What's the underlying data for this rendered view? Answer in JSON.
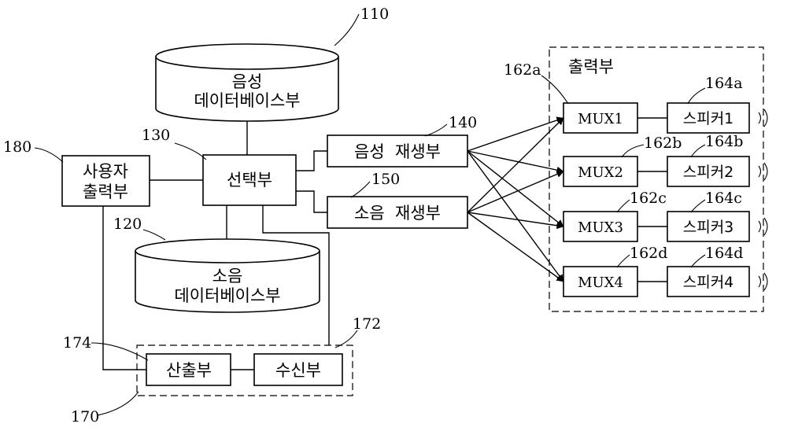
{
  "blocks": {
    "voice_db": {
      "line1": "음성",
      "line2": "데이터베이스부",
      "ref": "110"
    },
    "noise_db": {
      "line1": "소음",
      "line2": "데이터베이스부",
      "ref": "120"
    },
    "selector": {
      "label": "선택부",
      "ref": "130"
    },
    "voice_player": {
      "label": "음성  재생부",
      "ref": "140"
    },
    "noise_player": {
      "label": "소음  재생부",
      "ref": "150"
    },
    "user_output": {
      "line1": "사용자",
      "line2": "출력부",
      "ref": "180"
    },
    "calculator": {
      "label": "산출부",
      "ref": "174"
    },
    "receiver": {
      "label": "수신부",
      "ref": "172"
    },
    "sensing_group": {
      "ref": "170"
    },
    "output_unit": {
      "label": "출력부"
    }
  },
  "muxes": [
    {
      "label": "MUX1",
      "ref": "162a"
    },
    {
      "label": "MUX2",
      "ref": "162b"
    },
    {
      "label": "MUX3",
      "ref": "162c"
    },
    {
      "label": "MUX4",
      "ref": "162d"
    }
  ],
  "speakers": [
    {
      "label": "스피커1",
      "ref": "164a"
    },
    {
      "label": "스피커2",
      "ref": "164b"
    },
    {
      "label": "스피커3",
      "ref": "164c"
    },
    {
      "label": "스피커4",
      "ref": "164d"
    }
  ]
}
